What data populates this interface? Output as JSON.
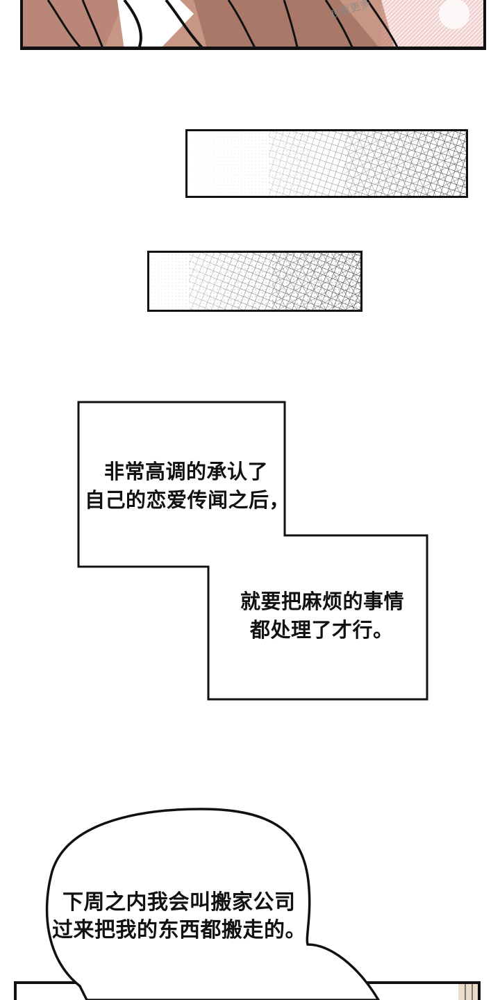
{
  "top_panel": {
    "watermark": "观看更多"
  },
  "caption_box": {
    "line1": "非常高调的承认了",
    "line2": "自己的恋爱传闻之后，",
    "line3": "就要把麻烦的事情",
    "line4": "都处理了才行。"
  },
  "speech_bubble": {
    "line1": "下周之内我会叫搬家公司",
    "line2": "过来把我的东西都搬走的。"
  },
  "colors": {
    "panel_border": "#111111",
    "skin_tone": "#c99b86",
    "hair_tone": "#8e6a5e",
    "background": "#ffffff"
  }
}
